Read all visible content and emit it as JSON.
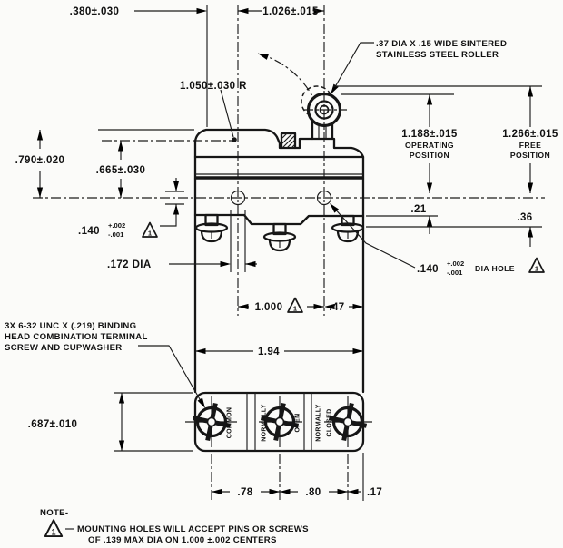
{
  "drawing": {
    "top": {
      "dim_pivot_offset": ".380±.030",
      "dim_pivot_to_roller": "1.026±.015",
      "radius_label": "1.050±.030 R",
      "roller_note_line1": ".37 DIA X .15 WIDE SINTERED",
      "roller_note_line2": "STAINLESS STEEL ROLLER"
    },
    "left": {
      "dim_height_top": ".790±.020",
      "dim_height_pivot": ".665±.030",
      "hole_dia_base": ".140",
      "hole_dia_plus": "+.002",
      "hole_dia_minus": "-.001",
      "dim_boss": ".172 DIA",
      "screw_note_line1": "3X 6-32 UNC X (.219) BINDING",
      "screw_note_line2": "HEAD COMBINATION TERMINAL",
      "screw_note_line3": "SCREW AND CUPWASHER",
      "dim_block_height": ".687±.010"
    },
    "right": {
      "op_dim": "1.188±.015",
      "op_line1": "OPERATING",
      "op_line2": "POSITION",
      "free_dim": "1.266±.015",
      "free_line1": "FREE",
      "free_line2": "POSITION",
      "dim_step1": ".21",
      "dim_step2": ".36",
      "hole_dia_base": ".140",
      "hole_dia_plus": "+.002",
      "hole_dia_minus": "-.001",
      "hole_dia_suffix": "DIA HOLE"
    },
    "middle": {
      "dim_hole_spacing": "1.000",
      "dim_hole_to_edge": ".47",
      "dim_body_width": "1.94"
    },
    "terminals": {
      "t1": "COMMON",
      "t2a": "NORMALLY",
      "t2b": "OPEN",
      "t3a": "NORMALLY",
      "t3b": "CLOSED",
      "dim_t1_t2": ".78",
      "dim_t2_t3": ".80",
      "dim_t3_edge": ".17"
    },
    "note": {
      "head": "NOTE-",
      "line1": "MOUNTING HOLES WILL ACCEPT PINS OR SCREWS",
      "line2": "OF .139 MAX DIA ON 1.000 ±.002 CENTERS"
    },
    "datum_flag": "1"
  }
}
